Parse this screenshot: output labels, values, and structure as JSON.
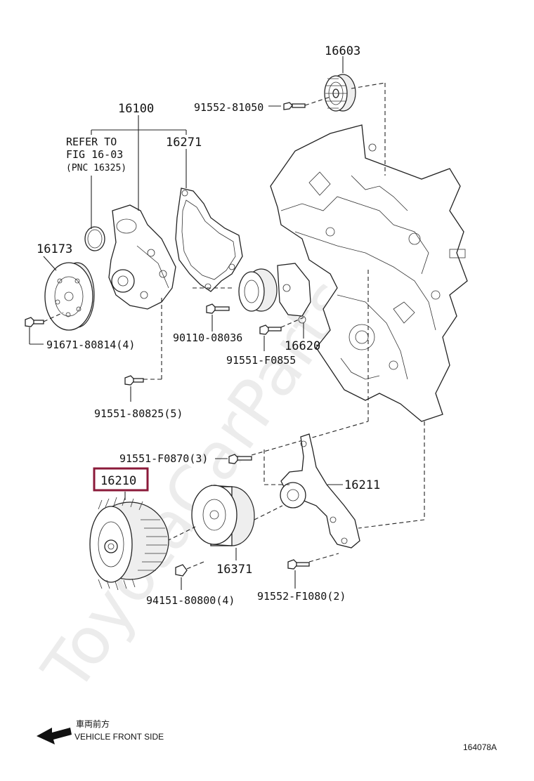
{
  "labels": {
    "p16603": "16603",
    "p91552_81050": "91552-81050",
    "p16100": "16100",
    "refer1": "REFER TO",
    "refer2": "FIG 16-03",
    "refer3": "(PNC 16325)",
    "p16271": "16271",
    "p16173": "16173",
    "p91671": "91671-80814(4)",
    "p90110": "90110-08036",
    "p16620": "16620",
    "p91551_f0855": "91551-F0855",
    "p91551_80825": "91551-80825(5)",
    "p91551_f0870": "91551-F0870(3)",
    "p16210": "16210",
    "p16211": "16211",
    "p16371": "16371",
    "p94151": "94151-80800(4)",
    "p91552_f1080": "91552-F1080(2)"
  },
  "footer": {
    "direction_jp": "車両前方",
    "direction_en": "VEHICLE FRONT SIDE",
    "figure_code": "164078A"
  },
  "watermark": "ToyotaCarParts.ru",
  "highlight_color": "#8b1a3a"
}
